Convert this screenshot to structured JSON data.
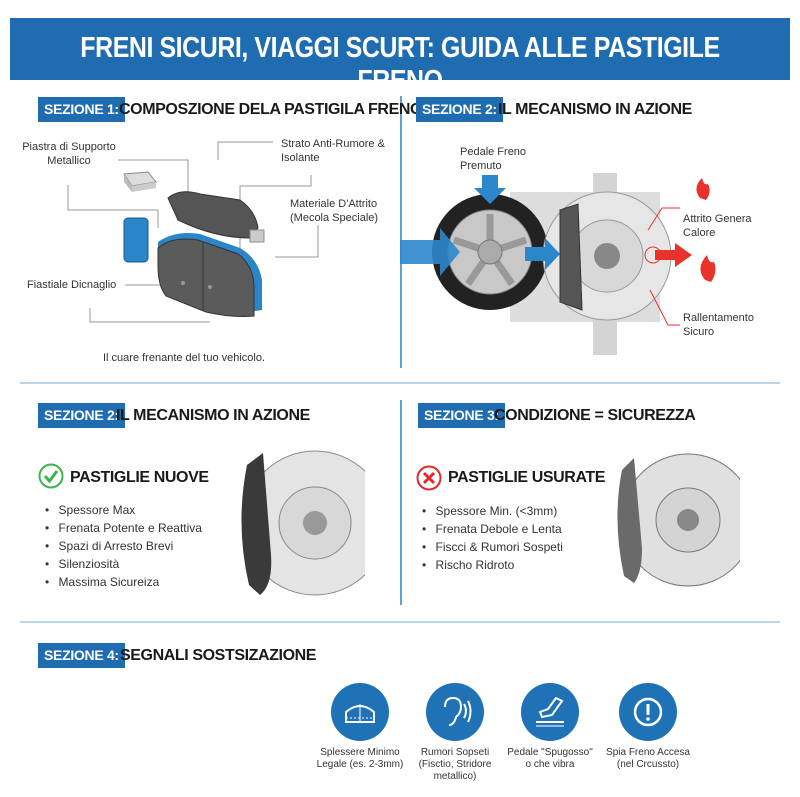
{
  "header": {
    "title": "FRENI SICURI, VIAGGI SCURT: GUIDA ALLE PASTIGILE FRENO"
  },
  "s1": {
    "tag": "SEZIONE 1:",
    "title": "COMPOSZIONE DELA PASTIGILA FRENO",
    "labels": {
      "backing_1": "Piastra di Supporto",
      "backing_2": "Metallico",
      "shim_1": "Strato Anti-Rumore &",
      "shim_2": "Isolante",
      "friction_1": "Materiale D'Attrito",
      "friction_2": "(Mecola Speciale)",
      "clip": "Fiastiale Dicnaglio"
    },
    "caption": "Il cuare frenante del tuo vehicolo."
  },
  "s2": {
    "tag": "SEZIONE 2:",
    "title": "IL MECANISMO IN AZIONE",
    "labels": {
      "pedal_1": "Pedale Freno",
      "pedal_2": "Premuto",
      "heat_1": "Attrito Genera",
      "heat_2": "Calore",
      "slow_1": "Rallentamento",
      "slow_2": "Sicuro"
    }
  },
  "s2b": {
    "tag": "SEZIONE 2:",
    "title": "IL MECANISMO IN AZIONE",
    "heading": "PASTIGLIE NUOVE",
    "bullets": [
      "Spessore Max",
      "Frenata Potente e Reattiva",
      "Spazi di Arresto Brevi",
      "Silenziosità",
      "Massima Sicureiza"
    ]
  },
  "s3": {
    "tag": "SEZIONE 3:",
    "title": "CONDIZIONE = SICUREZZA",
    "heading": "PASTIGLIE USURATE",
    "bullets": [
      "Spessore Min. (<3mm)",
      "Frenata Debole e Lenta",
      "Fiscci & Rumori Sospeti",
      "Rischo Ridroto"
    ]
  },
  "s4": {
    "tag": "SEZIONE 4:",
    "title": "SEGNALI SOSTSIZAZIONE",
    "signals": [
      {
        "icon": "pad-thickness-icon",
        "l1": "Splessere Minimo",
        "l2": "Legale (es. 2-3mm)",
        "l3": ""
      },
      {
        "icon": "ear-noise-icon",
        "l1": "Rumori Sopseti",
        "l2": "(Fisctio, Stridore",
        "l3": "metallico)"
      },
      {
        "icon": "pedal-vibration-icon",
        "l1": "Pedale \"Spugosso\"",
        "l2": "o che vibra",
        "l3": ""
      },
      {
        "icon": "warning-light-icon",
        "l1": "Spia Freno Accesa",
        "l2": "(nel Crcussto)",
        "l3": ""
      }
    ]
  },
  "colors": {
    "brand": "#1f6db0",
    "ok": "#3bb54a",
    "bad": "#e02b2b",
    "heat": "#e8322b"
  }
}
